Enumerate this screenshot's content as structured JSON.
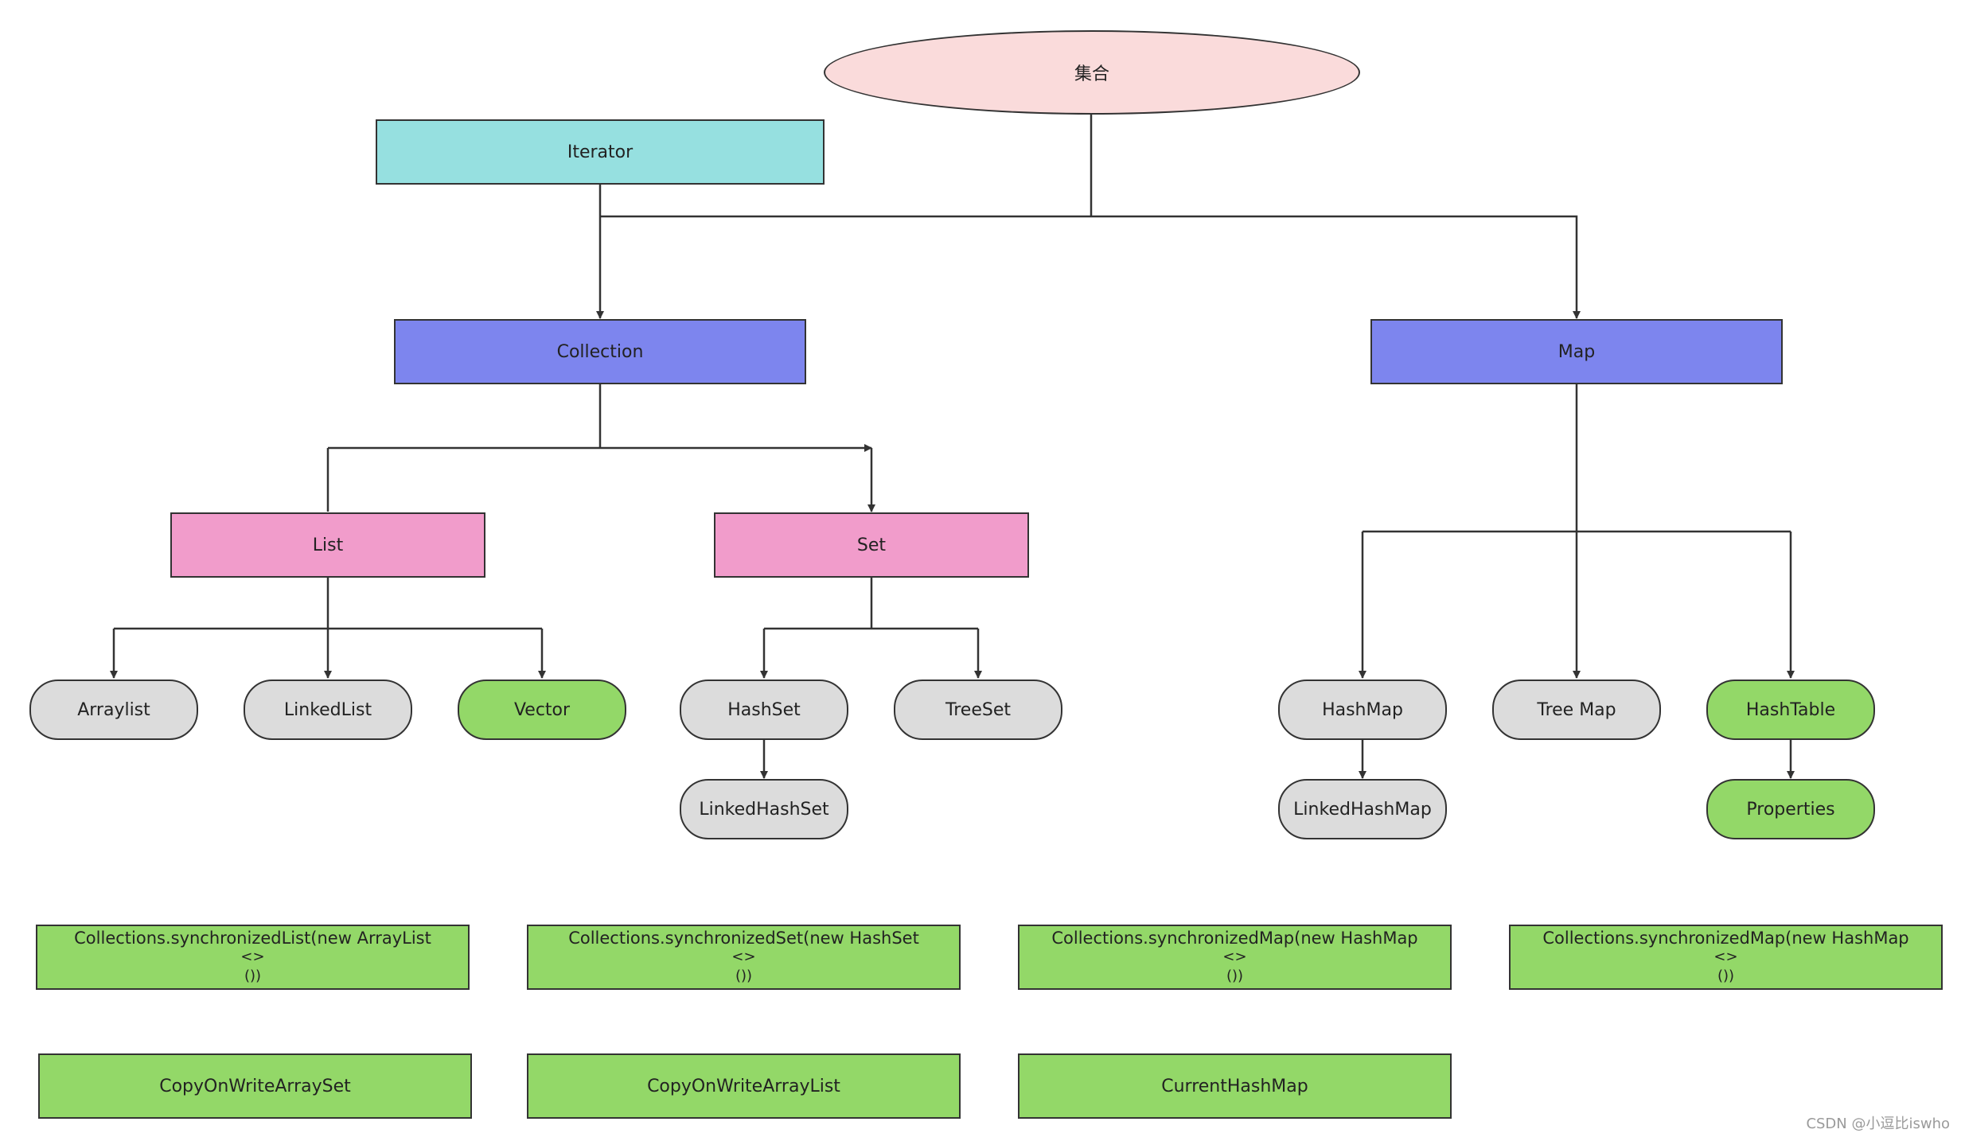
{
  "colors": {
    "root": "#fadbdb",
    "iterator": "#96e0e0",
    "interface": "#7d85ee",
    "subinterface": "#f19ccb",
    "impl": "#dcdcdc",
    "thread_safe": "#93d868",
    "line": "#333333"
  },
  "nodes": {
    "root": "集合",
    "iterator": "Iterator",
    "collection": "Collection",
    "map": "Map",
    "list": "List",
    "set": "Set",
    "arraylist": "Arraylist",
    "linkedlist": "LinkedList",
    "vector": "Vector",
    "hashset": "HashSet",
    "treeset": "TreeSet",
    "linkedhashset": "LinkedHashSet",
    "hashmap": "HashMap",
    "treemap": "Tree Map",
    "hashtable": "HashTable",
    "linkedhashmap": "LinkedHashMap",
    "properties": "Properties"
  },
  "sync_wrappers": [
    {
      "line1": "Collections.synchronizedList(new ArrayList",
      "line2": "<>",
      "line3": "())"
    },
    {
      "line1": "Collections.synchronizedSet(new HashSet",
      "line2": "<>",
      "line3": "())"
    },
    {
      "line1": "Collections.synchronizedMap(new HashMap",
      "line2": "<>",
      "line3": "())"
    },
    {
      "line1": "Collections.synchronizedMap(new HashMap",
      "line2": "<>",
      "line3": "())"
    }
  ],
  "concurrent": {
    "cow_set": "CopyOnWriteArraySet",
    "cow_list": "CopyOnWriteArrayList",
    "chm": "CurrentHashMap"
  },
  "watermark": "CSDN @小逗比iswho"
}
